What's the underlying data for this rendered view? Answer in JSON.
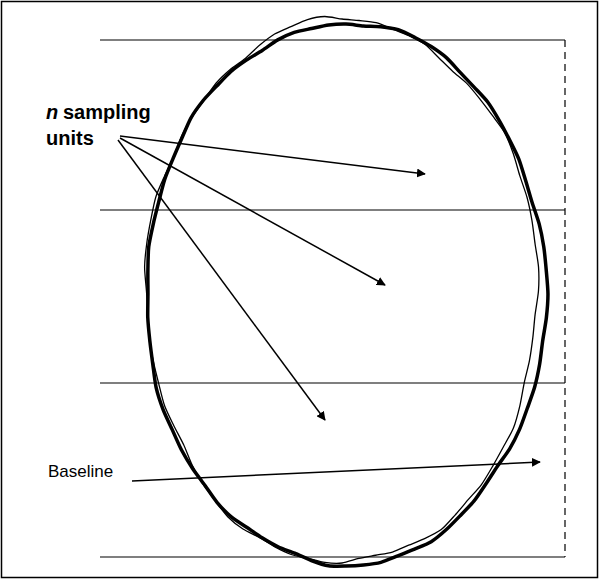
{
  "diagram": {
    "labels": [
      "n",
      "sampling units",
      "Baseline"
    ]
  }
}
